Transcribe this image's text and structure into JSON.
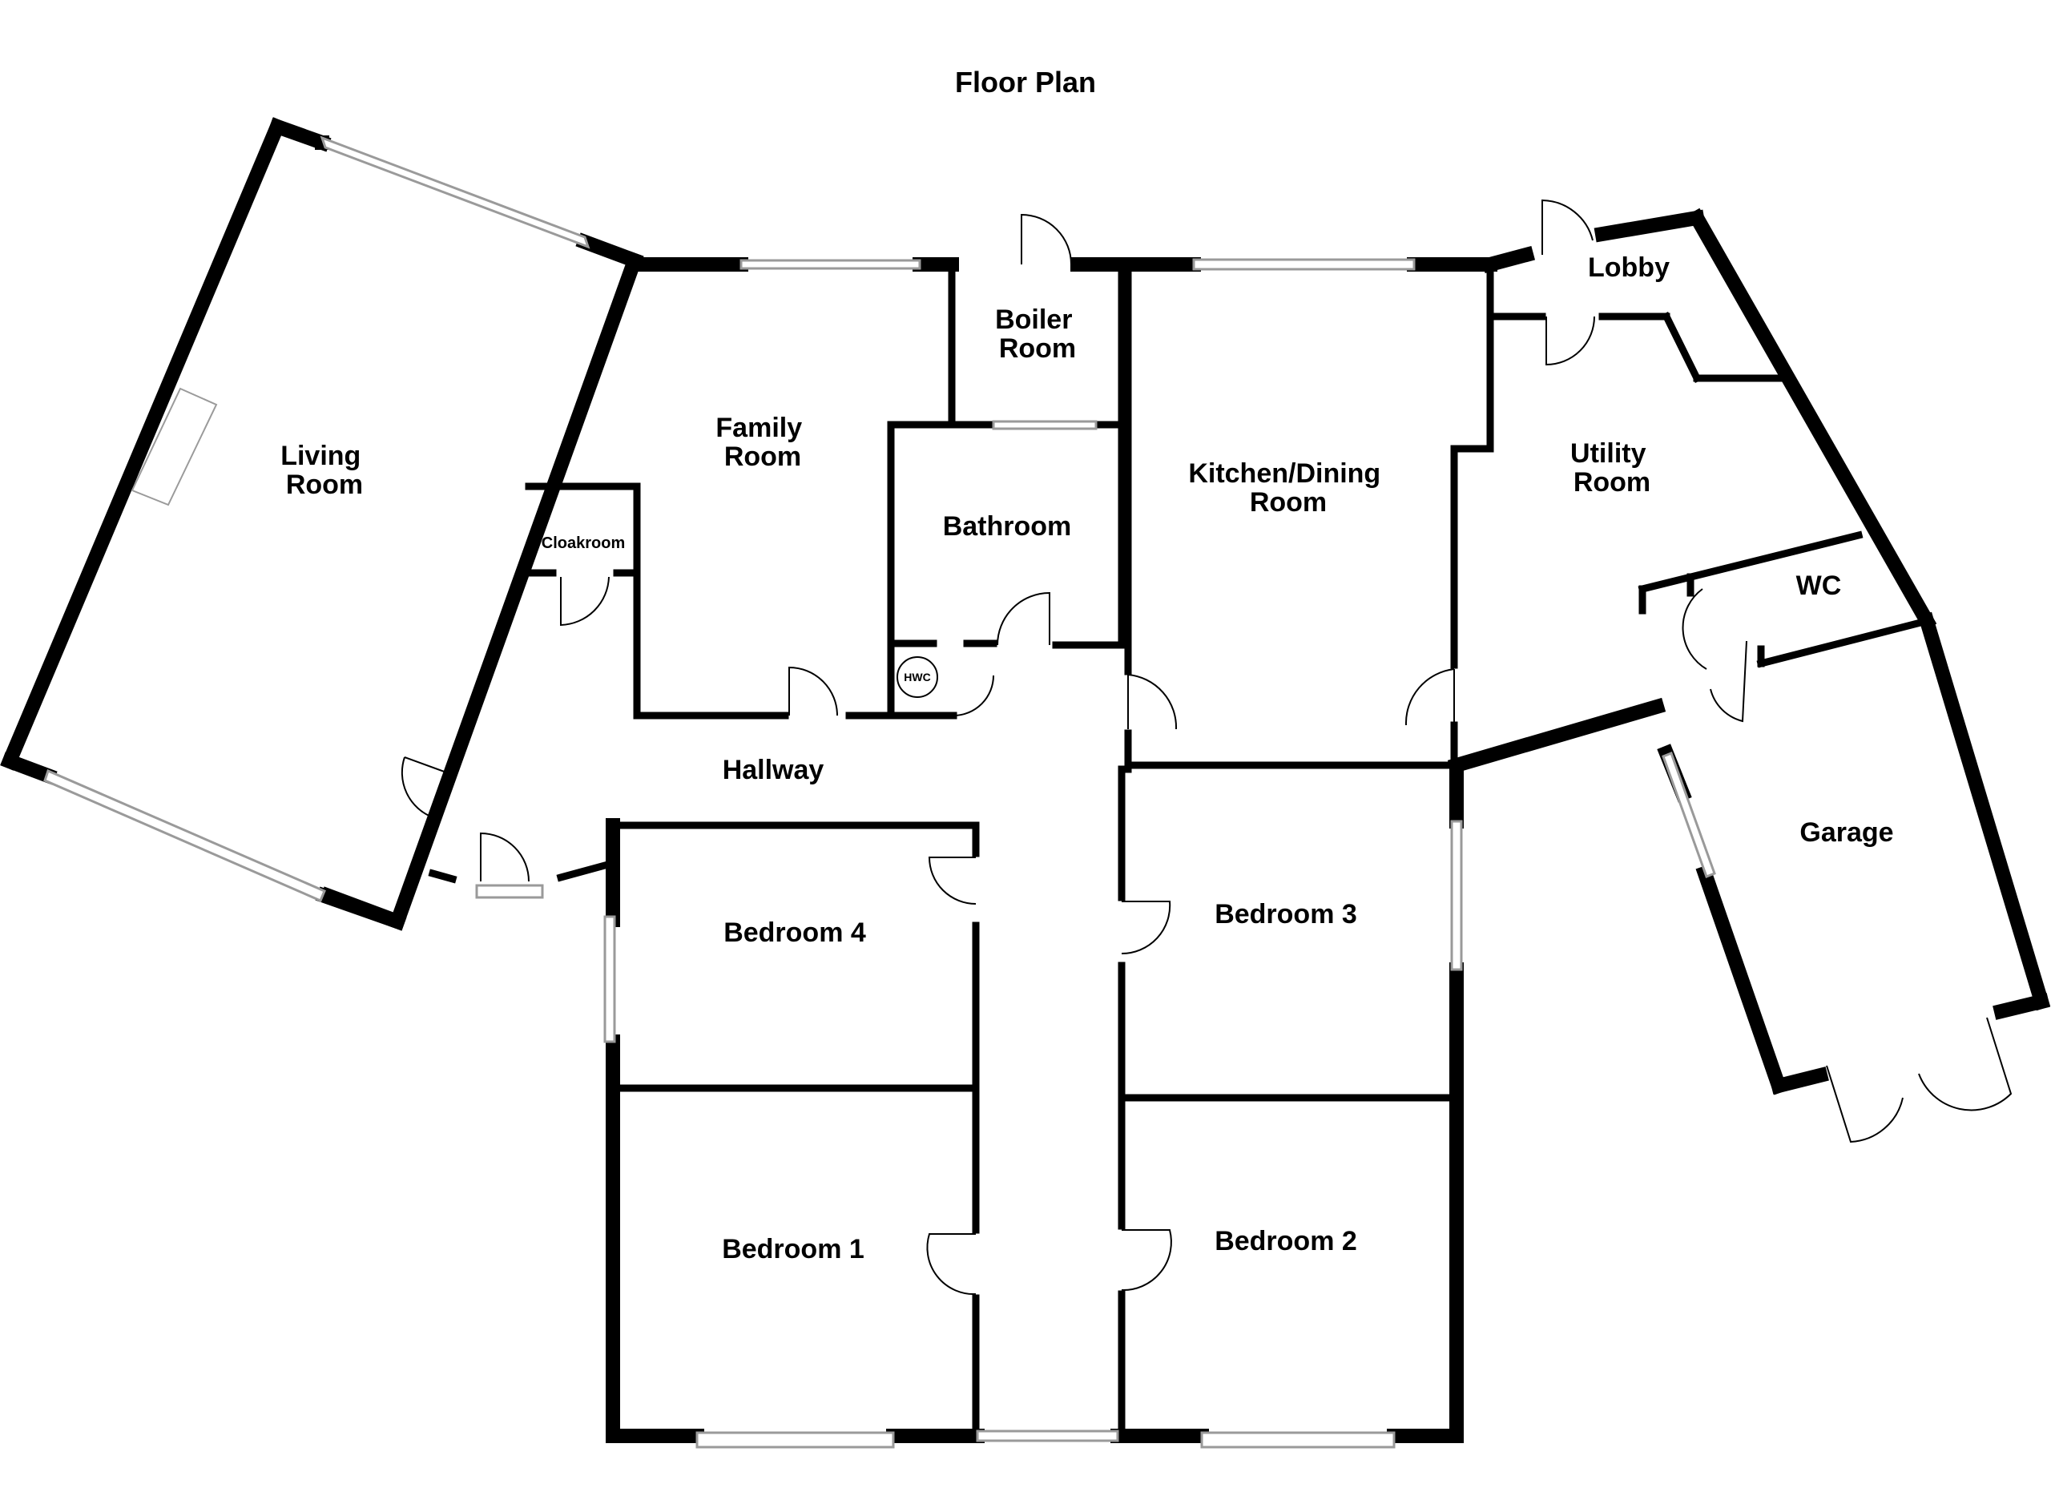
{
  "title": "Floor Plan",
  "rooms": {
    "living_room": [
      "Living",
      "Room"
    ],
    "family_room": [
      "Family",
      "Room"
    ],
    "boiler_room": [
      "Boiler",
      "Room"
    ],
    "bathroom": "Bathroom",
    "kitchen_dining_room": [
      "Kitchen/Dining",
      "Room"
    ],
    "lobby": "Lobby",
    "utility_room": [
      "Utility",
      "Room"
    ],
    "wc": "WC",
    "garage": "Garage",
    "cloakroom": "Cloakroom",
    "hallway": "Hallway",
    "bedroom_1": "Bedroom 1",
    "bedroom_2": "Bedroom 2",
    "bedroom_3": "Bedroom 3",
    "bedroom_4": "Bedroom 4",
    "hwc": "HWC"
  },
  "colors": {
    "wall": "#000000",
    "background": "#ffffff",
    "window": "#9a9a9a"
  }
}
